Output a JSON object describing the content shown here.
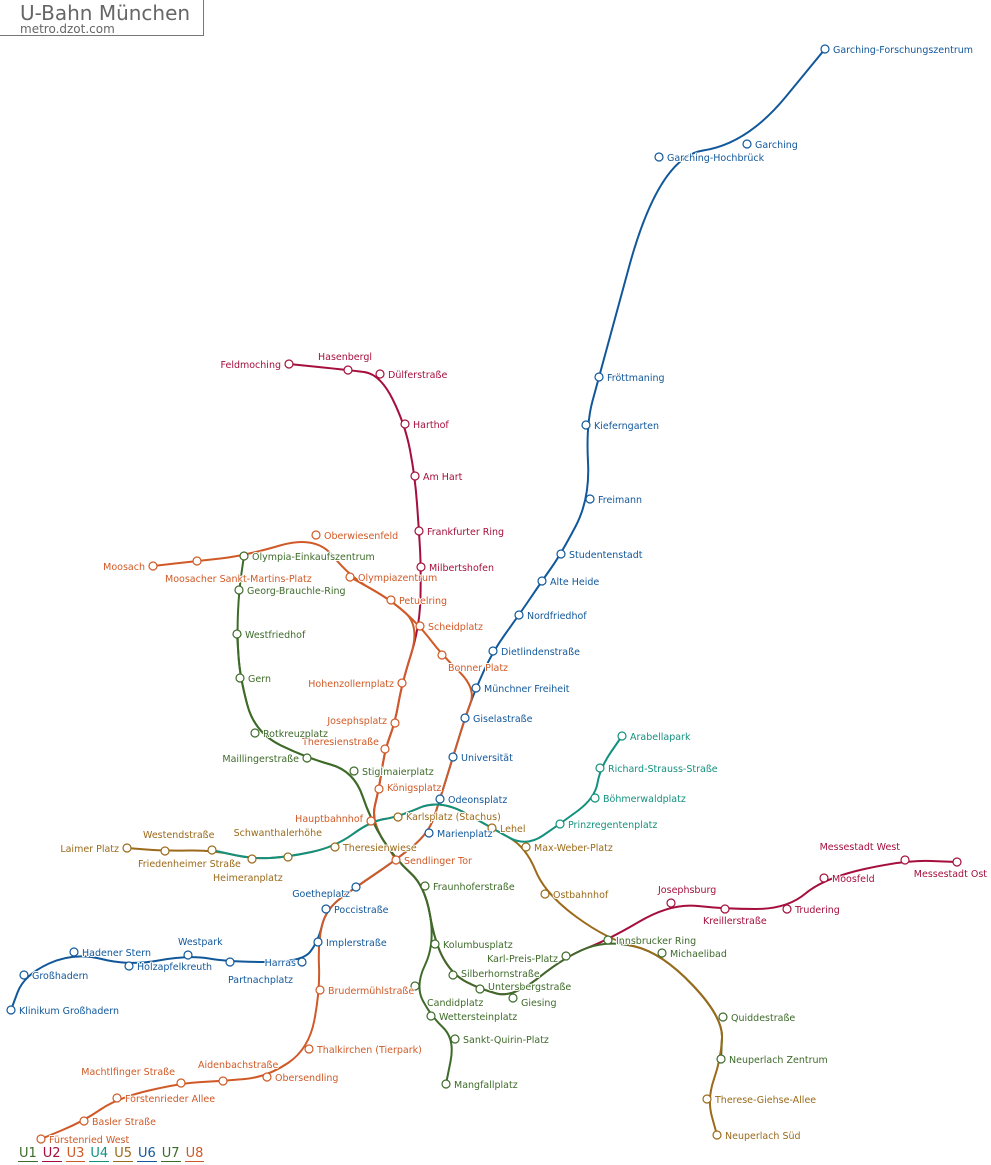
{
  "header": {
    "title": "U-Bahn München",
    "subtitle": "metro.dzot.com"
  },
  "colors": {
    "U1": "#3e6b2a",
    "U2": "#a50f3d",
    "U3": "#d05a27",
    "U4": "#13917e",
    "U5": "#9b6a1a",
    "U6": "#11589b",
    "U7": "#3e6b2a",
    "U8": "#d05a27"
  },
  "legend": [
    "U1",
    "U2",
    "U3",
    "U4",
    "U5",
    "U6",
    "U7",
    "U8"
  ],
  "lines": [
    {
      "label": "U6",
      "stops": [
        "Garching-Forschungszentrum",
        "Garching",
        "Garching-Hochbrück",
        "Fröttmaning",
        "Kieferngarten",
        "Freimann",
        "Studentenstadt",
        "Alte Heide",
        "Nordfriedhof",
        "Dietlindenstraße",
        "Münchner Freiheit",
        "Giselastraße",
        "Universität",
        "Odeonsplatz",
        "Marienplatz",
        "Sendlinger Tor",
        "Goetheplatz",
        "Poccistraße",
        "Implerstraße",
        "Harras",
        "Partnachplatz",
        "Westpark",
        "Holzapfelkreuth",
        "Hadener Stern",
        "Großhadern",
        "Klinikum Großhadern"
      ]
    },
    {
      "label": "U3",
      "stops": [
        "Moosach",
        "Moosacher Sankt-Martins-Platz",
        "Olympia-Einkaufszentrum",
        "Oberwiesenfeld",
        "Olympiazentrum",
        "Petuelring",
        "Scheidplatz",
        "Bonner Platz",
        "Münchner Freiheit",
        "Giselastraße",
        "Universität",
        "Odeonsplatz",
        "Marienplatz",
        "Sendlinger Tor",
        "Goetheplatz",
        "Poccistraße",
        "Implerstraße",
        "Brudermühlstraße",
        "Thalkirchen (Tierpark)",
        "Obersendling",
        "Aidenbachstraße",
        "Machtlfinger Straße",
        "Forstenrieder Allee",
        "Basler Straße",
        "Fürstenried West"
      ]
    },
    {
      "label": "U2",
      "stops": [
        "Feldmoching",
        "Hasenbergl",
        "Dülferstraße",
        "Harthof",
        "Am Hart",
        "Frankfurter Ring",
        "Milbertshofen",
        "Scheidplatz",
        "Hohenzollernplatz",
        "Josephsplatz",
        "Theresienstraße",
        "Königsplatz",
        "Hauptbahnhof",
        "Sendlinger Tor",
        "Fraunhoferstraße",
        "Kolumbusplatz",
        "Silberhornstraße",
        "Untersbergstraße",
        "Giesing",
        "Karl-Preis-Platz",
        "Innsbrucker Ring",
        "Josephsburg",
        "Kreillerstraße",
        "Trudering",
        "Moosfeld",
        "Messestadt West",
        "Messestadt Ost"
      ]
    },
    {
      "label": "U8",
      "stops": [
        "Olympiazentrum",
        "Petuelring",
        "Scheidplatz",
        "Hohenzollernplatz",
        "Josephsplatz",
        "Theresienstraße",
        "Königsplatz",
        "Hauptbahnhof",
        "Sendlinger Tor"
      ]
    },
    {
      "label": "U1",
      "stops": [
        "Olympia-Einkaufszentrum",
        "Georg-Brauchle-Ring",
        "Westfriedhof",
        "Gern",
        "Rotkreuzplatz",
        "Maillingerstraße",
        "Stiglmaierplatz",
        "Hauptbahnhof",
        "Sendlinger Tor",
        "Fraunhoferstraße",
        "Kolumbusplatz",
        "Candidplatz",
        "Wettersteinplatz",
        "Sankt-Quirin-Platz",
        "Mangfallplatz"
      ]
    },
    {
      "label": "U7",
      "stops": [
        "Westfriedhof",
        "Gern",
        "Rotkreuzplatz",
        "Maillingerstraße",
        "Stiglmaierplatz",
        "Hauptbahnhof",
        "Sendlinger Tor",
        "Fraunhoferstraße",
        "Kolumbusplatz",
        "Silberhornstraße",
        "Untersbergstraße",
        "Giesing",
        "Karl-Preis-Platz",
        "Innsbrucker Ring",
        "Michaelibad",
        "Quiddestraße",
        "Neuperlach Zentrum"
      ]
    },
    {
      "label": "U5",
      "stops": [
        "Laimer Platz",
        "Friedenheimer Straße",
        "Westendstraße",
        "Heimeranplatz",
        "Schwanthalerhöhe",
        "Theresienwiese",
        "Hauptbahnhof",
        "Karlsplatz (Stachus)",
        "Odeonsplatz",
        "Lehel",
        "Max-Weber-Platz",
        "Ostbahnhof",
        "Innsbrucker Ring",
        "Michaelibad",
        "Quiddestraße",
        "Neuperlach Zentrum",
        "Therese-Giehse-Allee",
        "Neuperlach Süd"
      ]
    },
    {
      "label": "U4",
      "stops": [
        "Westendstraße",
        "Heimeranplatz",
        "Schwanthalerhöhe",
        "Theresienwiese",
        "Hauptbahnhof",
        "Karlsplatz (Stachus)",
        "Odeonsplatz",
        "Lehel",
        "Max-Weber-Platz",
        "Prinzregentenplatz",
        "Böhmerwaldplatz",
        "Richard-Strauss-Straße",
        "Arabellapark"
      ]
    }
  ],
  "stations": [
    {
      "name": "Garching-Forschungszentrum",
      "line": "U6"
    },
    {
      "name": "Garching",
      "line": "U6"
    },
    {
      "name": "Garching-Hochbrück",
      "line": "U6"
    },
    {
      "name": "Fröttmaning",
      "line": "U6"
    },
    {
      "name": "Kieferngarten",
      "line": "U6"
    },
    {
      "name": "Freimann",
      "line": "U6"
    },
    {
      "name": "Studentenstadt",
      "line": "U6"
    },
    {
      "name": "Alte Heide",
      "line": "U6"
    },
    {
      "name": "Nordfriedhof",
      "line": "U6"
    },
    {
      "name": "Dietlindenstraße",
      "line": "U6"
    },
    {
      "name": "Münchner Freiheit",
      "line": "U6"
    },
    {
      "name": "Giselastraße",
      "line": "U6"
    },
    {
      "name": "Universität",
      "line": "U6"
    },
    {
      "name": "Odeonsplatz",
      "line": "U6"
    },
    {
      "name": "Marienplatz",
      "line": "U6"
    },
    {
      "name": "Goetheplatz",
      "line": "U6"
    },
    {
      "name": "Poccistraße",
      "line": "U6"
    },
    {
      "name": "Implerstraße",
      "line": "U6"
    },
    {
      "name": "Harras",
      "line": "U6"
    },
    {
      "name": "Partnachplatz",
      "line": "U6"
    },
    {
      "name": "Westpark",
      "line": "U6"
    },
    {
      "name": "Holzapfelkreuth",
      "line": "U6"
    },
    {
      "name": "Hadener Stern",
      "line": "U6"
    },
    {
      "name": "Großhadern",
      "line": "U6"
    },
    {
      "name": "Klinikum Großhadern",
      "line": "U6"
    },
    {
      "name": "Feldmoching",
      "line": "U2"
    },
    {
      "name": "Hasenbergl",
      "line": "U2"
    },
    {
      "name": "Dülferstraße",
      "line": "U2"
    },
    {
      "name": "Harthof",
      "line": "U2"
    },
    {
      "name": "Am Hart",
      "line": "U2"
    },
    {
      "name": "Frankfurter Ring",
      "line": "U2"
    },
    {
      "name": "Milbertshofen",
      "line": "U2"
    },
    {
      "name": "Josephsburg",
      "line": "U2"
    },
    {
      "name": "Kreillerstraße",
      "line": "U2"
    },
    {
      "name": "Trudering",
      "line": "U2"
    },
    {
      "name": "Moosfeld",
      "line": "U2"
    },
    {
      "name": "Messestadt West",
      "line": "U2"
    },
    {
      "name": "Messestadt Ost",
      "line": "U2"
    },
    {
      "name": "Moosach",
      "line": "U3"
    },
    {
      "name": "Moosacher Sankt-Martins-Platz",
      "line": "U3"
    },
    {
      "name": "Oberwiesenfeld",
      "line": "U3"
    },
    {
      "name": "Olympiazentrum",
      "line": "U3"
    },
    {
      "name": "Petuelring",
      "line": "U3"
    },
    {
      "name": "Scheidplatz",
      "line": "U3"
    },
    {
      "name": "Bonner Platz",
      "line": "U3"
    },
    {
      "name": "Hohenzollernplatz",
      "line": "U3"
    },
    {
      "name": "Josephsplatz",
      "line": "U3"
    },
    {
      "name": "Theresienstraße",
      "line": "U3"
    },
    {
      "name": "Königsplatz",
      "line": "U3"
    },
    {
      "name": "Hauptbahnhof",
      "line": "U3"
    },
    {
      "name": "Sendlinger Tor",
      "line": "U3"
    },
    {
      "name": "Brudermühlstraße",
      "line": "U3"
    },
    {
      "name": "Thalkirchen (Tierpark)",
      "line": "U3"
    },
    {
      "name": "Obersendling",
      "line": "U3"
    },
    {
      "name": "Aidenbachstraße",
      "line": "U3"
    },
    {
      "name": "Machtlfinger Straße",
      "line": "U3"
    },
    {
      "name": "Forstenrieder Allee",
      "line": "U3"
    },
    {
      "name": "Basler Straße",
      "line": "U3"
    },
    {
      "name": "Fürstenried West",
      "line": "U3"
    },
    {
      "name": "Olympia-Einkaufszentrum",
      "line": "U1"
    },
    {
      "name": "Georg-Brauchle-Ring",
      "line": "U1"
    },
    {
      "name": "Westfriedhof",
      "line": "U1"
    },
    {
      "name": "Gern",
      "line": "U1"
    },
    {
      "name": "Rotkreuzplatz",
      "line": "U1"
    },
    {
      "name": "Maillingerstraße",
      "line": "U1"
    },
    {
      "name": "Stiglmaierplatz",
      "line": "U1"
    },
    {
      "name": "Fraunhoferstraße",
      "line": "U1"
    },
    {
      "name": "Kolumbusplatz",
      "line": "U1"
    },
    {
      "name": "Silberhornstraße",
      "line": "U1"
    },
    {
      "name": "Untersbergstraße",
      "line": "U1"
    },
    {
      "name": "Giesing",
      "line": "U1"
    },
    {
      "name": "Karl-Preis-Platz",
      "line": "U1"
    },
    {
      "name": "Innsbrucker Ring",
      "line": "U1"
    },
    {
      "name": "Michaelibad",
      "line": "U1"
    },
    {
      "name": "Candidplatz",
      "line": "U1"
    },
    {
      "name": "Wettersteinplatz",
      "line": "U1"
    },
    {
      "name": "Sankt-Quirin-Platz",
      "line": "U1"
    },
    {
      "name": "Mangfallplatz",
      "line": "U1"
    },
    {
      "name": "Quiddestraße",
      "line": "U1"
    },
    {
      "name": "Neuperlach Zentrum",
      "line": "U1"
    },
    {
      "name": "Laimer Platz",
      "line": "U5"
    },
    {
      "name": "Friedenheimer Straße",
      "line": "U5"
    },
    {
      "name": "Westendstraße",
      "line": "U5"
    },
    {
      "name": "Heimeranplatz",
      "line": "U5"
    },
    {
      "name": "Schwanthalerhöhe",
      "line": "U5"
    },
    {
      "name": "Theresienwiese",
      "line": "U5"
    },
    {
      "name": "Karlsplatz (Stachus)",
      "line": "U5"
    },
    {
      "name": "Lehel",
      "line": "U5"
    },
    {
      "name": "Max-Weber-Platz",
      "line": "U5"
    },
    {
      "name": "Ostbahnhof",
      "line": "U5"
    },
    {
      "name": "Therese-Giehse-Allee",
      "line": "U5"
    },
    {
      "name": "Neuperlach Süd",
      "line": "U5"
    },
    {
      "name": "Prinzregentenplatz",
      "line": "U4"
    },
    {
      "name": "Böhmerwaldplatz",
      "line": "U4"
    },
    {
      "name": "Richard-Strauss-Straße",
      "line": "U4"
    },
    {
      "name": "Arabellapark",
      "line": "U4"
    }
  ]
}
